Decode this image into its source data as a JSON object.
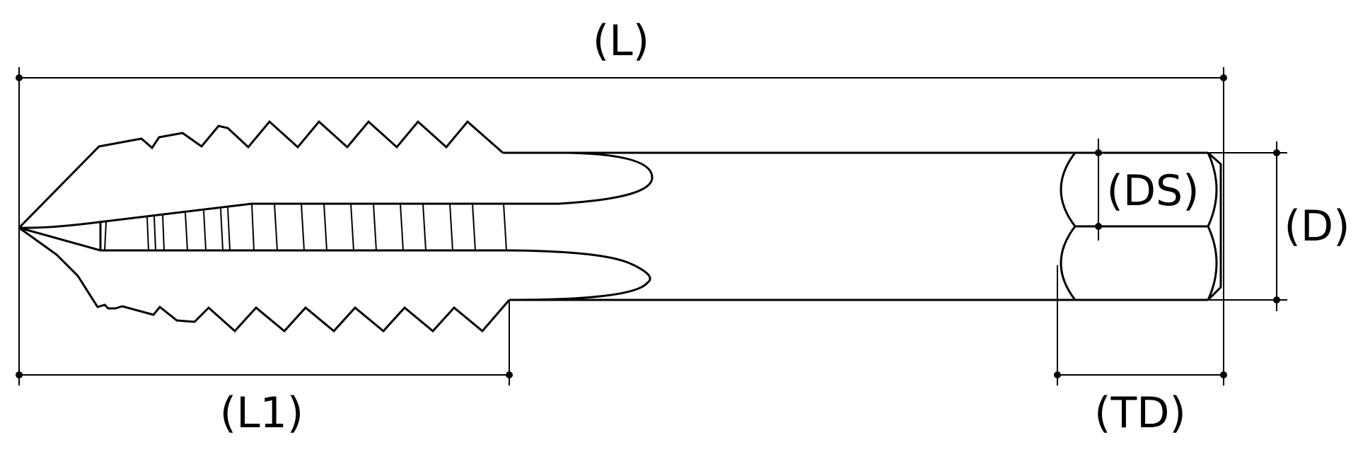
{
  "dimensions": {
    "overall_length": "(L)",
    "thread_length": "(L1)",
    "shank_diameter": "(D)",
    "square_size": "(DS)",
    "square_length": "(TD)"
  },
  "colors": {
    "line": "#000000",
    "background": "#ffffff"
  }
}
